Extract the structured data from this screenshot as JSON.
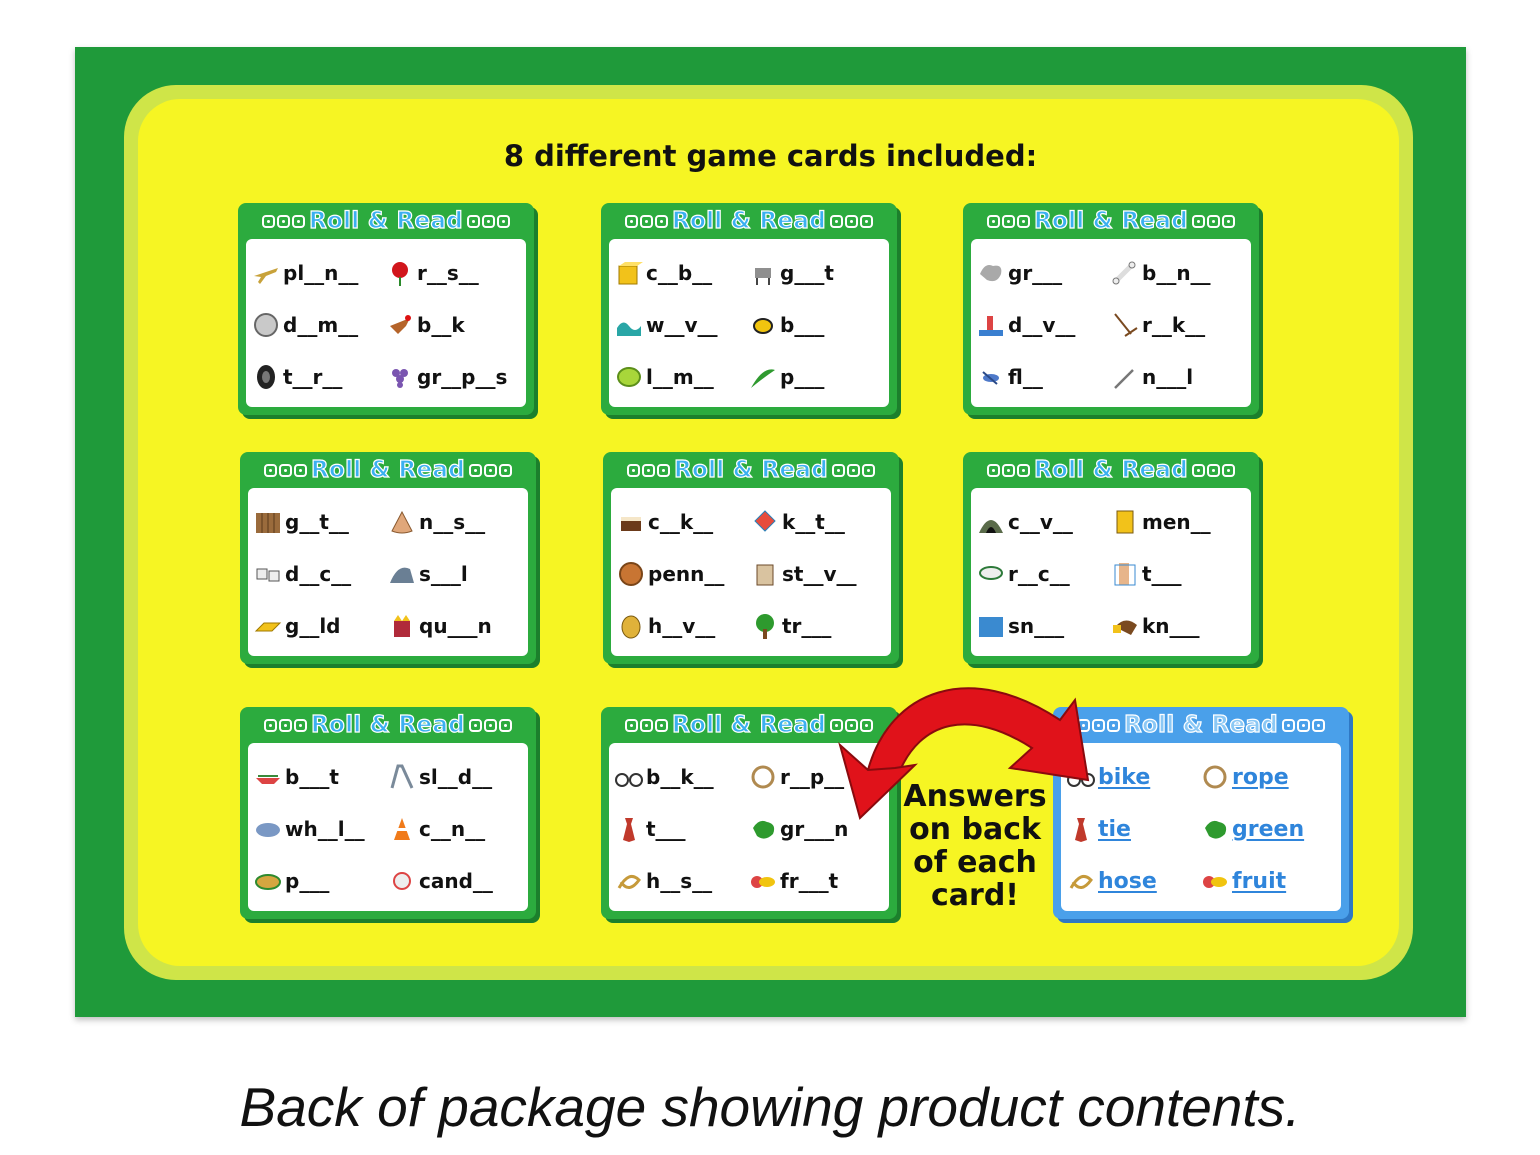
{
  "heading": "8 different game cards included:",
  "card_title": "Roll & Read",
  "cards": [
    {
      "words": [
        "pl__n__",
        "r__s__",
        "d__m__",
        "b__k",
        "t__r__",
        "gr__p__s"
      ]
    },
    {
      "words": [
        "c__b__",
        "g___t",
        "w__v__",
        "b___",
        "l__m__",
        "p___"
      ]
    },
    {
      "words": [
        "gr___",
        "b__n__",
        "d__v__",
        "r__k__",
        "fl__",
        "n___l"
      ]
    },
    {
      "words": [
        "g__t__",
        "n__s__",
        "d__c__",
        "s___l",
        "g__ld",
        "qu___n"
      ]
    },
    {
      "words": [
        "c__k__",
        "k__t__",
        "penn__",
        "st__v__",
        "h__v__",
        "tr___"
      ]
    },
    {
      "words": [
        "c__v__",
        "men__",
        "r__c__",
        "t___",
        "sn___",
        "kn___"
      ]
    },
    {
      "words": [
        "b___t",
        "sl__d__",
        "wh__l__",
        "c__n__",
        "p___",
        "cand__"
      ]
    },
    {
      "words": [
        "b__k__",
        "r__p__",
        "t___",
        "gr___n",
        "h__s__",
        "fr___t"
      ]
    }
  ],
  "answer_card": {
    "words": [
      "bike",
      "rope",
      "tie",
      "green",
      "hose",
      "fruit"
    ]
  },
  "callout": [
    "Answers",
    "on back",
    "of each",
    "card!"
  ],
  "caption": "Back of package showing product contents.",
  "colors": {
    "board_green": "#1f9a3a",
    "panel_yellow": "#f6f523",
    "card_green": "#2cab3e",
    "answer_blue": "#4aa0ea",
    "arrow_red": "#e0121a"
  },
  "icons": {
    "card1": [
      "airplane-icon",
      "rose-icon",
      "dime-icon",
      "pelican-icon",
      "tire-icon",
      "grapes-icon"
    ],
    "card2": [
      "cube-icon",
      "goat-icon",
      "wave-icon",
      "bee-icon",
      "lime-icon",
      "peapod-icon"
    ],
    "card3": [
      "gray-blob-icon",
      "bone-icon",
      "diver-icon",
      "rake-icon",
      "fly-icon",
      "nail-icon"
    ],
    "card4": [
      "gate-icon",
      "nose-icon",
      "dice-icon",
      "seal-icon",
      "gold-icon",
      "queen-icon"
    ],
    "card5": [
      "cake-icon",
      "kite-icon",
      "penny-icon",
      "stove-icon",
      "hive-icon",
      "tree-icon"
    ],
    "card6": [
      "cave-icon",
      "menu-icon",
      "rice-icon",
      "toe-icon",
      "snow-icon",
      "knee-icon"
    ],
    "card7": [
      "boat-icon",
      "slide-icon",
      "whale-icon",
      "cone-icon",
      "pie-icon",
      "candy-icon"
    ],
    "card8": [
      "bike-icon",
      "rope-icon",
      "tie-icon",
      "green-splat-icon",
      "hose-icon",
      "fruit-icon"
    ]
  }
}
